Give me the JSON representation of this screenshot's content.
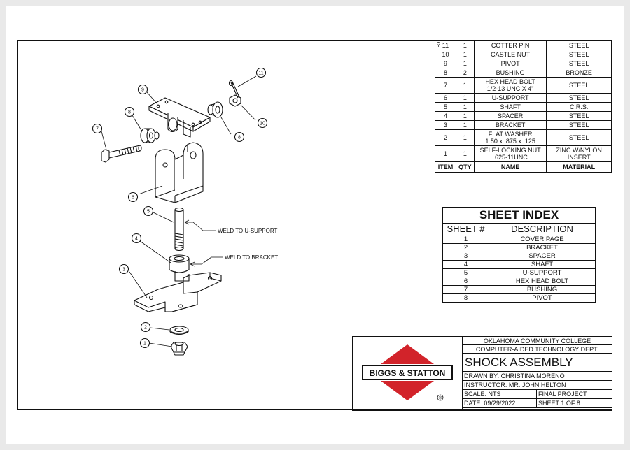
{
  "bom": {
    "rows": [
      {
        "item": "11",
        "qty": "1",
        "name": "COTTER PIN",
        "material": "STEEL"
      },
      {
        "item": "10",
        "qty": "1",
        "name": "CASTLE NUT",
        "material": "STEEL"
      },
      {
        "item": "9",
        "qty": "1",
        "name": "PIVOT",
        "material": "STEEL"
      },
      {
        "item": "8",
        "qty": "2",
        "name": "BUSHING",
        "material": "BRONZE"
      },
      {
        "item": "7",
        "qty": "1",
        "name": "HEX HEAD BOLT",
        "name2": "1/2-13 UNC X 4\"",
        "material": "STEEL"
      },
      {
        "item": "6",
        "qty": "1",
        "name": "U-SUPPORT",
        "material": "STEEL"
      },
      {
        "item": "5",
        "qty": "1",
        "name": "SHAFT",
        "material": "C.R.S."
      },
      {
        "item": "4",
        "qty": "1",
        "name": "SPACER",
        "material": "STEEL"
      },
      {
        "item": "3",
        "qty": "1",
        "name": "BRACKET",
        "material": "STEEL"
      },
      {
        "item": "2",
        "qty": "1",
        "name": "FLAT WASHER",
        "name2": "1.50 x .875 x .125",
        "material": "STEEL"
      },
      {
        "item": "1",
        "qty": "1",
        "name": "SELF-LOCKING NUT",
        "name2": ".625-11UNC",
        "material": "ZINC W/NYLON",
        "material2": "INSERT"
      }
    ],
    "headers": {
      "item": "ITEM",
      "qty": "QTY",
      "name": "NAME",
      "material": "MATERIAL"
    }
  },
  "sheet_index": {
    "title": "SHEET INDEX",
    "headers": {
      "sheet": "SHEET #",
      "description": "DESCRIPTION"
    },
    "rows": [
      {
        "sheet": "1",
        "description": "COVER PAGE"
      },
      {
        "sheet": "2",
        "description": "BRACKET"
      },
      {
        "sheet": "3",
        "description": "SPACER"
      },
      {
        "sheet": "4",
        "description": "SHAFT"
      },
      {
        "sheet": "5",
        "description": "U-SUPPORT"
      },
      {
        "sheet": "6",
        "description": "HEX HEAD BOLT"
      },
      {
        "sheet": "7",
        "description": "BUSHING"
      },
      {
        "sheet": "8",
        "description": "PIVOT"
      }
    ]
  },
  "title_block": {
    "logo_text": "BIGGS & STATTON",
    "logo_mark": "®",
    "school": "OKLAHOMA COMMUNITY COLLEGE",
    "dept": "COMPUTER-AIDED TECHNOLOGY DEPT.",
    "title": "SHOCK ASSEMBLY",
    "drawn_by": "DRAWN BY: CHRISTINA MORENO",
    "instructor": "INSTRUCTOR: MR. JOHN HELTON",
    "scale": "SCALE: NTS",
    "project": "FINAL PROJECT",
    "date": "DATE: 09/29/2022",
    "sheet": "SHEET 1 OF 8",
    "brand_red": "#d2232a"
  },
  "callouts": {
    "c1": "1",
    "c2": "2",
    "c3": "3",
    "c4": "4",
    "c5": "5",
    "c6": "6",
    "c7": "7",
    "c8a": "8",
    "c8b": "8",
    "c9": "9",
    "c10": "10",
    "c11": "11",
    "weld_u": "WELD TO U-SUPPORT",
    "weld_bracket": "WELD TO BRACKET"
  }
}
